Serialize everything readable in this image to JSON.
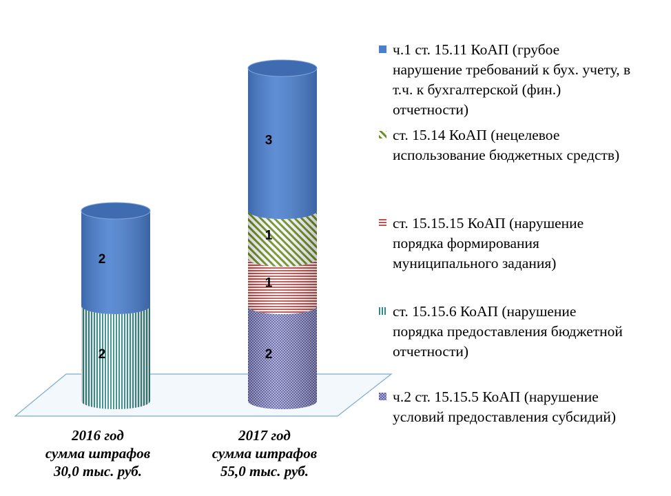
{
  "chart_data": {
    "type": "bar",
    "stacked": true,
    "style": "3d-cylinder",
    "categories": [
      [
        "2016 год",
        "сумма штрафов",
        "30,0 тыс. руб."
      ],
      [
        "2017 год",
        "сумма штрафов",
        "55,0 тыс. руб."
      ]
    ],
    "series": [
      {
        "name": "ч.2 ст. 15.15.5 КоАП (нарушение условий предоставления субсидий)",
        "values": [
          0,
          2
        ],
        "color": "#8080d0",
        "pattern": "checker"
      },
      {
        "name": "ст. 15.15.6 КоАП  (нарушение порядка предоставления бюджетной отчетности)",
        "values": [
          2,
          0
        ],
        "color": "#2e8a8a",
        "pattern": "vertical"
      },
      {
        "name": "ст. 15.15.15 КоАП  (нарушение порядка формирования муниципального задания)",
        "values": [
          0,
          1
        ],
        "color": "#c0504d",
        "pattern": "horizontal"
      },
      {
        "name": "ст. 15.14 КоАП  (нецелевое использование бюджетных средств)",
        "values": [
          0,
          1
        ],
        "color": "#6b8e23",
        "pattern": "diagonal"
      },
      {
        "name": "ч.1 ст. 15.11 КоАП  (грубое нарушение требований к бух. учету, в т.ч. к бухгалтерской (фин.) отчетности)",
        "values": [
          2,
          3
        ],
        "color": "#4a7fd0",
        "pattern": "solid"
      }
    ],
    "legend_position": "right",
    "legend": [
      {
        "lines": [
          "ч.1 ст. 15.11 КоАП  (грубое",
          "нарушение требований к бух. учету, в",
          "т.ч. к бухгалтерской (фин.)",
          "отчетности)"
        ],
        "series": 4
      },
      {
        "lines": [
          "ст. 15.14 КоАП  (нецелевое",
          "использование бюджетных средств)"
        ],
        "series": 3
      },
      {
        "lines": [
          "ст. 15.15.15 КоАП  (нарушение",
          "порядка формирования",
          "муниципального задания)"
        ],
        "series": 2
      },
      {
        "lines": [
          "ст. 15.15.6 КоАП  (нарушение",
          "порядка предоставления бюджетной",
          "отчетности)"
        ],
        "series": 1
      },
      {
        "lines": [
          "ч.2 ст. 15.15.5 КоАП (нарушение",
          "условий предоставления субсидий)"
        ],
        "series": 0
      }
    ],
    "grid": false,
    "axes_visible": false
  }
}
